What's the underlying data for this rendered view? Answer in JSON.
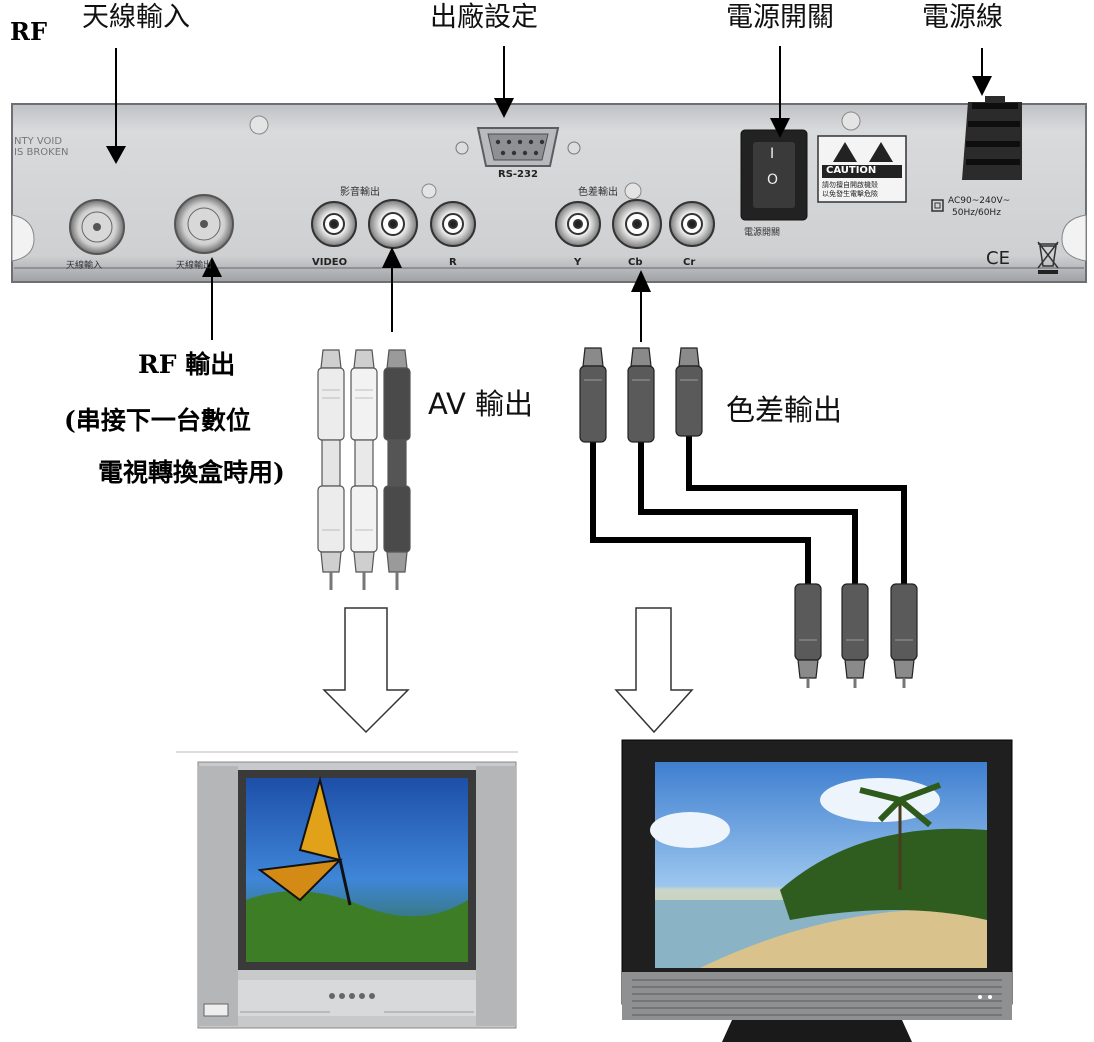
{
  "top_labels": {
    "rf_prefix": "RF",
    "antenna_in": "天線輸入",
    "factory_reset": "出廠設定",
    "power_switch": "電源開關",
    "power_cord": "電源線"
  },
  "panel": {
    "warranty_line1": "NTY VOID",
    "warranty_line2": "IS BROKEN",
    "antenna_in_label": "天線輸入",
    "antenna_out_label": "天線輸出",
    "av_group_label": "影音輸出",
    "video_label": "VIDEO",
    "r_label": "R",
    "rs232_label": "RS-232",
    "component_group_label": "色差輸出",
    "y_label": "Y",
    "cb_label": "Cb",
    "cr_label": "Cr",
    "power_switch_label": "電源開關",
    "switch_on_mark": "I",
    "switch_off_mark": "O",
    "caution_title": "CAUTION",
    "caution_line1": "請勿擅自開啟機殼",
    "caution_line2": "以免發生電擊危險",
    "power_spec_line1": "AC90~240V~",
    "power_spec_line2": "50Hz/60Hz",
    "ce_mark": "CE"
  },
  "callouts": {
    "rf_output_title": "RF 輸出",
    "rf_output_note_line1": "(串接下一台數位",
    "rf_output_note_line2": "電視轉換盒時用)",
    "av_output": "AV 輸出",
    "component_output": "色差輸出"
  },
  "colors": {
    "panel": "#cfd0d2",
    "cable_white": "#e6e6e6",
    "cable_dark": "#444444",
    "wire": "#000000"
  }
}
